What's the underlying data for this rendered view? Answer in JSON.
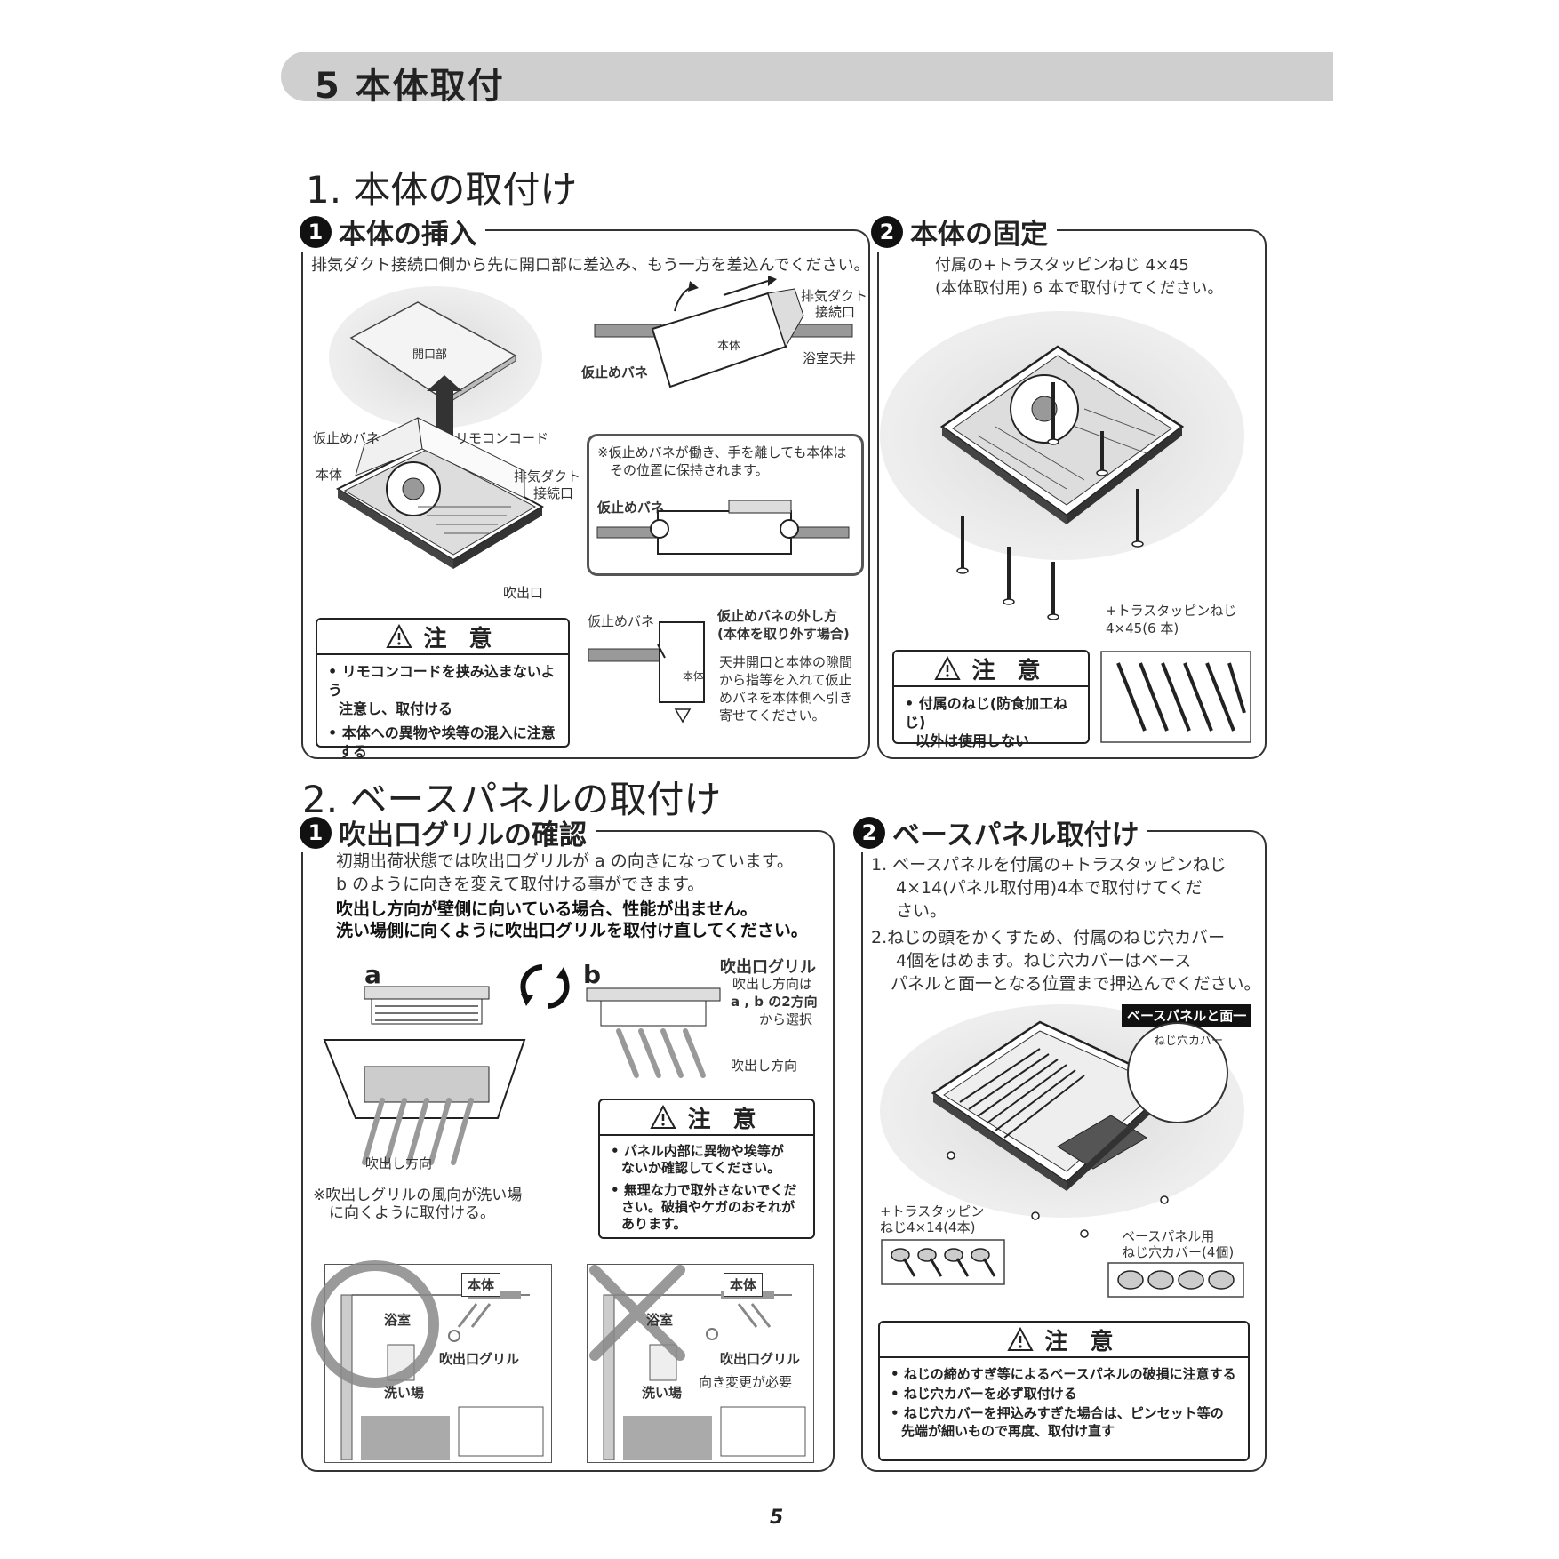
{
  "header": {
    "title": "5 本体取付"
  },
  "section1": {
    "title": "1. 本体の取付け",
    "step1": {
      "num": "1",
      "title": "本体の挿入",
      "instruction": "排気ダクト接続口側から先に開口部に差込み、もう一方を差込んでください。",
      "labels": {
        "opening": "開口部",
        "temp_spring_left": "仮止めバネ",
        "remote_cord": "リモコンコード",
        "body_left": "本体",
        "exhaust_port_left_1": "排気ダクト",
        "exhaust_port_left_2": "接続口",
        "outlet": "吹出口",
        "exhaust_port_right_1": "排気ダクト",
        "exhaust_port_right_2": "接続口",
        "body_right": "本体",
        "bath_ceiling": "浴室天井",
        "temp_spring_right": "仮止めバネ",
        "note_1": "※仮止めバネが働き、手を離しても本体は",
        "note_2": "その位置に保持されます。",
        "temp_spring_inset": "仮止めバネ",
        "temp_spring_remove": "仮止めバネ",
        "body_small": "本体"
      },
      "removal": {
        "title_1": "仮止めバネの外し方",
        "title_2": "(本体を取り外す場合)",
        "text_1": "天井開口と本体の隙間",
        "text_2": "から指等を入れて仮止",
        "text_3": "めバネを本体側へ引き",
        "text_4": "寄せてください。"
      },
      "caution": {
        "title": "注 意",
        "item1_1": "• リモコンコードを挟み込まないよう",
        "item1_2": "注意し、取付ける",
        "item2_1": "• 本体への異物や埃等の混入に注意",
        "item2_2": "する"
      }
    },
    "step2": {
      "num": "2",
      "title": "本体の固定",
      "instruction_1": "付属の+トラスタッピンねじ 4×45",
      "instruction_2": "(本体取付用) 6 本で取付けてください。",
      "screw_label_1": "+トラスタッピンねじ",
      "screw_label_2": "4×45(6 本)",
      "caution": {
        "title": "注 意",
        "item1_1": "• 付属のねじ(防食加工ねじ)",
        "item1_2": "以外は使用しない"
      }
    }
  },
  "section2": {
    "title": "2. ベースパネルの取付け",
    "step1": {
      "num": "1",
      "title": "吹出口グリルの確認",
      "text_1": "初期出荷状態では吹出口グリルが a の向きになっています。",
      "text_2": "b のように向きを変えて取付ける事ができます。",
      "text_3": "吹出し方向が壁側に向いている場合、性能が出ません。",
      "text_4": "洗い場側に向くように吹出口グリルを取付け直してください。",
      "label_a": "a",
      "label_b": "b",
      "grille_title": "吹出口グリル",
      "grille_desc_1": "吹出し方向は",
      "grille_desc_2": "a , b の2方向",
      "grille_desc_3": "から選択",
      "blow_dir_right": "吹出し方向",
      "blow_dir_left": "吹出し方向",
      "note_1": "※吹出しグリルの風向が洗い場",
      "note_2": "に向くように取付ける。",
      "caution": {
        "title": "注 意",
        "item1_1": "• パネル内部に異物や埃等が",
        "item1_2": "ないか確認してください。",
        "item2_1": "• 無理な力で取外さないでくだ",
        "item2_2": "さい。破損やケガのおそれが",
        "item2_3": "あります。"
      },
      "good": {
        "body": "本体",
        "bath": "浴室",
        "grille": "吹出口グリル",
        "wash": "洗い場"
      },
      "bad": {
        "body": "本体",
        "bath": "浴室",
        "grille": "吹出口グリル",
        "change": "向き変更が必要",
        "wash": "洗い場"
      }
    },
    "step2": {
      "num": "2",
      "title": "ベースパネル取付け",
      "item1_1": "1. ベースパネルを付属の+トラスタッピンねじ",
      "item1_2": "4×14(パネル取付用)4本で取付けてくだ",
      "item1_3": "さい。",
      "item2_1": "2.ねじの頭をかくすため、付属のねじ穴カバー",
      "item2_2": "4個をはめます。ねじ穴カバーはベース",
      "item2_3": "パネルと面一となる位置まで押込んでください。",
      "flush_label": "ベースパネルと面一",
      "hole_cover": "ねじ穴カバー",
      "screw_label_1": "+トラスタッピン",
      "screw_label_2": "ねじ4×14(4本)",
      "cover_label_1": "ベースパネル用",
      "cover_label_2": "ねじ穴カバー(4個)",
      "caution": {
        "title": "注 意",
        "item1": "• ねじの締めすぎ等によるベースパネルの破損に注意する",
        "item2": "• ねじ穴カバーを必ず取付ける",
        "item3_1": "• ねじ穴カバーを押込みすぎた場合は、ピンセット等の",
        "item3_2": "先端が細いもので再度、取付け直す"
      }
    }
  },
  "footer": {
    "page": "5"
  }
}
